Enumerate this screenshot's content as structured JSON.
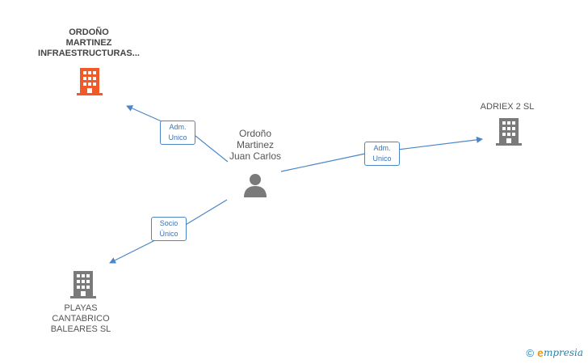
{
  "nodes": {
    "center": {
      "lines": [
        "Ordoño",
        "Martinez",
        "Juan Carlos"
      ]
    },
    "ordono_infra": {
      "lines": [
        "ORDOÑO",
        "MARTINEZ",
        "INFRAESTRUCTURAS..."
      ]
    },
    "adriex": {
      "lines": [
        "ADRIEX 2 SL"
      ]
    },
    "playas": {
      "lines": [
        "PLAYAS",
        "CANTABRICO",
        "BALEARES  SL"
      ]
    }
  },
  "edges": {
    "to_ordono_infra": {
      "lines": [
        "Adm.",
        "Unico"
      ]
    },
    "to_adriex": {
      "lines": [
        "Adm.",
        "Unico"
      ]
    },
    "to_playas": {
      "lines": [
        "Socio",
        "Único"
      ]
    }
  },
  "footer": {
    "copyright": "©",
    "brand_initial": "e",
    "brand_rest": "mpresia"
  },
  "colors": {
    "edge": "#4a86c8",
    "main_company": "#f05a28",
    "company": "#7a7a7a",
    "person": "#7a7a7a"
  }
}
